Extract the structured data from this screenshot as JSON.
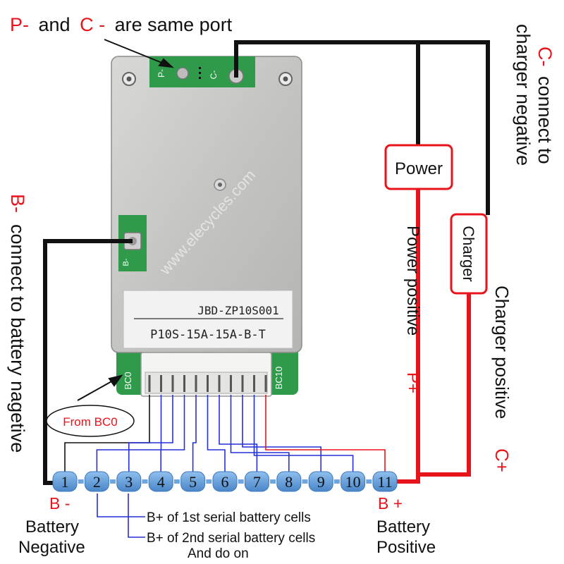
{
  "title": {
    "p_label": "P-",
    "and_text": "and",
    "c_label": "C -",
    "rest_text": "are same port"
  },
  "left_note": {
    "b_label": "B-",
    "text": "connect to battery nagetive"
  },
  "right_note": {
    "c_label": "C-",
    "line1": "connect to",
    "line2": "charger negative"
  },
  "board": {
    "model": "JBD-ZP10S001",
    "spec": "P10S-15A-15A-B-T",
    "pad_p": "P-",
    "pad_c": "C-",
    "pad_b": "B-",
    "port_bc0": "BC0",
    "port_bc10": "BC10",
    "watermark": "www.elecycles.com"
  },
  "callout_bc0": "From BC0",
  "power_box": "Power",
  "charger_box": "Charger",
  "power_positive": {
    "text": "Power positive",
    "label": "P+"
  },
  "charger_positive": {
    "text": "Charger positive",
    "label": "C+"
  },
  "terminals": [
    "1",
    "2",
    "3",
    "4",
    "5",
    "6",
    "7",
    "8",
    "9",
    "10",
    "11"
  ],
  "b_minus": {
    "label": "B -",
    "line1": "Battery",
    "line2": "Negative"
  },
  "b_plus": {
    "label": "B +",
    "line1": "Battery",
    "line2": "Positive"
  },
  "notes": {
    "first": "B+ of 1st serial battery cells",
    "second": "B+ of 2nd serial battery cells",
    "third": "And do on"
  },
  "colors": {
    "red": "#e8141b",
    "black": "#111111",
    "blue": "#2430d8",
    "terminal": "#5d9ad9",
    "pcb_green": "#2f9a4a",
    "plate": "#c9c9c7"
  }
}
